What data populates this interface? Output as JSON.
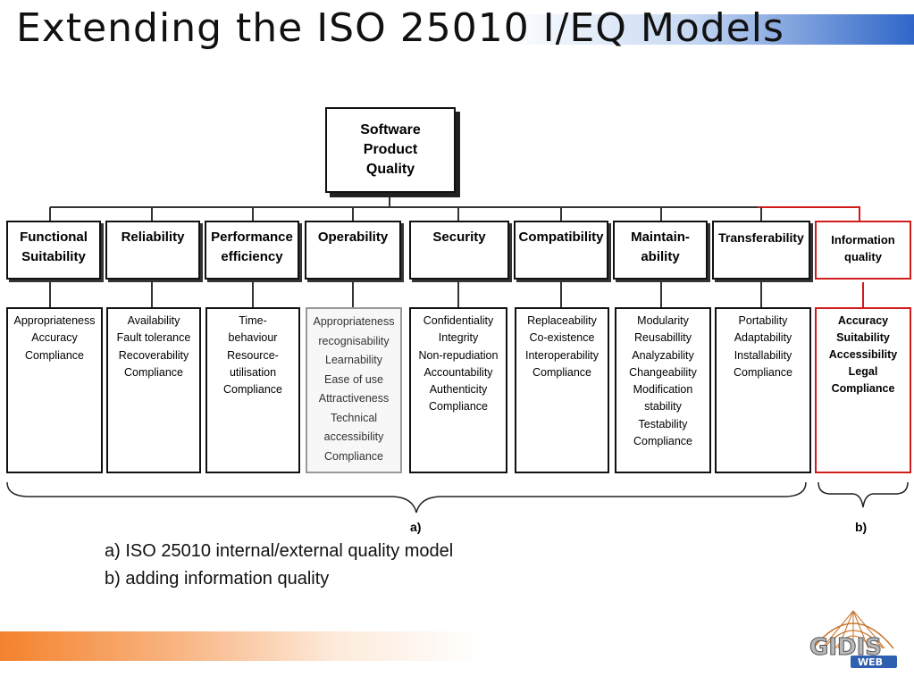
{
  "slide": {
    "title": "Extending the ISO 25010 I/EQ Models",
    "caption_lines": [
      "a) ISO 25010 internal/external quality model",
      "b) adding information quality"
    ]
  },
  "diagram": {
    "root": "Software\nProduct\nQuality",
    "categories": [
      "Functional\nSuitability",
      "Reliability",
      "Performance\nefficiency",
      "Operability",
      "Security",
      "Compatibility",
      "Maintain-\nability",
      "Transferability",
      "Information\nquality"
    ],
    "subcharacteristics": [
      [
        "Appropriateness",
        "Accuracy",
        "Compliance"
      ],
      [
        "Availability",
        "Fault tolerance",
        "Recoverability",
        "Compliance"
      ],
      [
        "Time-",
        "behaviour",
        "Resource-",
        "utilisation",
        "Compliance"
      ],
      [
        "Appropriateness",
        "recognisability",
        "Learnability",
        "Ease of use",
        "Attractiveness",
        "Technical",
        "accessibility",
        "Compliance"
      ],
      [
        "Confidentiality",
        "Integrity",
        "Non-repudiation",
        "Accountability",
        "Authenticity",
        "Compliance"
      ],
      [
        "Replaceability",
        "Co-existence",
        "Interoperability",
        "Compliance"
      ],
      [
        "Modularity",
        "Reusabillity",
        "Analyzability",
        "Changeability",
        "Modification",
        "stability",
        "Testability",
        "Compliance"
      ],
      [
        "Portability",
        "Adaptability",
        "Installability",
        "Compliance"
      ],
      [
        "Accuracy",
        "Suitability",
        "Accessibility",
        "Legal",
        "Compliance"
      ]
    ],
    "brace_labels": [
      "a)",
      "b)"
    ],
    "highlight_color": "#d21b1b"
  },
  "logo": {
    "text_main": "GIDIS",
    "text_sub": "WEB"
  }
}
